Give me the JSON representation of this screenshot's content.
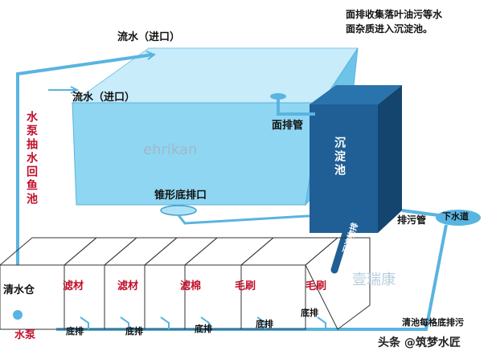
{
  "colors": {
    "pond_top": "#c8ecfa",
    "pond_front": "#8fd6f2",
    "pipe": "#59b4e0",
    "settling": "#1f5f96",
    "settling_dark": "#14456f",
    "water": "#3fa9dc",
    "text_red": "#c0102a",
    "text_dark": "#111111"
  },
  "note": {
    "line1": "面排收集落叶油污等水",
    "line2": "面杂质进入沉淀池。"
  },
  "labels": {
    "inlet_top": "流水（进口）",
    "inlet_mid": "流水（进口）",
    "surface_pipe": "面排管",
    "settling_tank": "沉淀池",
    "cone_drain": "锥形底排口",
    "sewage_pipe": "排污管",
    "sewer": "下水道",
    "pump_return": "水泵抽水回鱼池",
    "clear_chamber": "清水仓",
    "pump": "水泵",
    "stage1": "滤材",
    "stage2": "滤材",
    "stage3": "滤棉",
    "stage4": "毛刷",
    "stage5": "毛刷",
    "bottom_drain": "底排",
    "bottom_drain_note": "清池每格底排污",
    "sediment_pipe": "沉淀物排",
    "watermark": "ehrikan",
    "watermark_cn": "壹瑞康",
    "credit": "头条 @筑梦水匠"
  }
}
